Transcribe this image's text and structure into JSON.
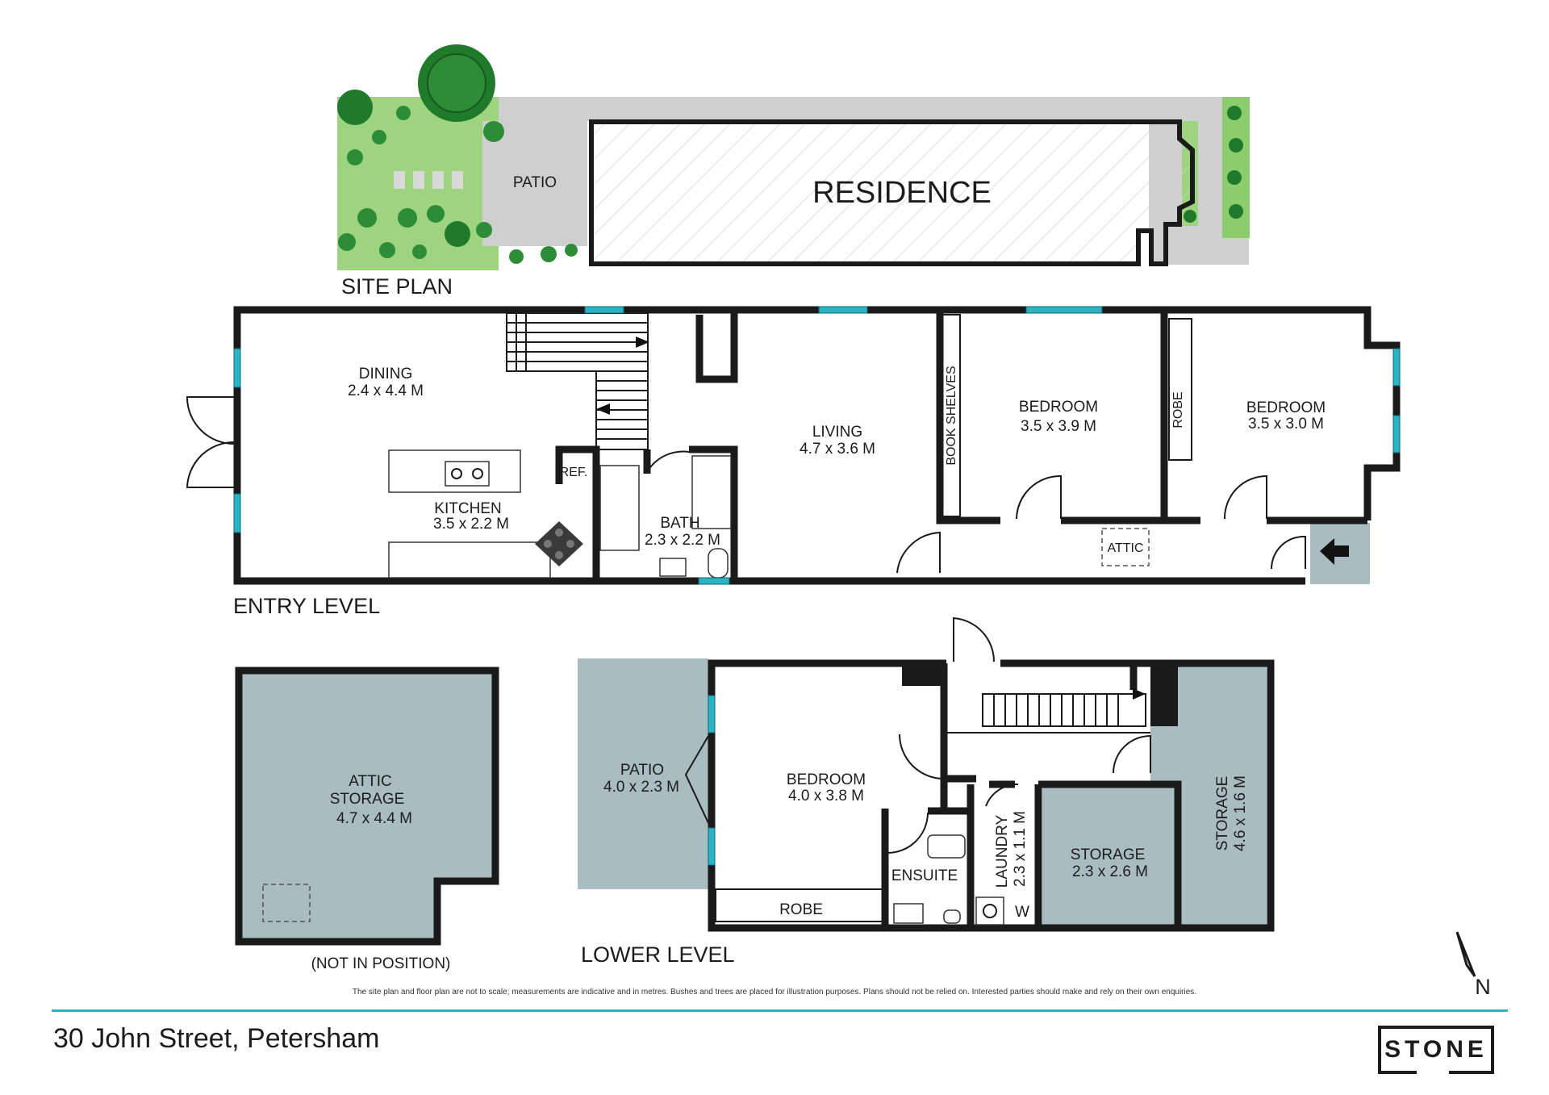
{
  "site_plan": {
    "title": "SITE PLAN",
    "residence_label": "RESIDENCE",
    "patio_label": "PATIO"
  },
  "entry_level": {
    "title": "ENTRY LEVEL",
    "rooms": {
      "dining": {
        "name": "DINING",
        "size": "2.4 x 4.4 M"
      },
      "kitchen": {
        "name": "KITCHEN",
        "size": "3.5 x 2.2 M"
      },
      "living": {
        "name": "LIVING",
        "size": "4.7 x 3.6 M"
      },
      "bath": {
        "name": "BATH",
        "size": "2.3 x 2.2 M"
      },
      "bedroom1": {
        "name": "BEDROOM",
        "size": "3.5 x 3.9 M"
      },
      "bedroom2": {
        "name": "BEDROOM",
        "size": "3.5 x 3.0 M"
      }
    },
    "labels": {
      "ref": "REF.",
      "book_shelves": "BOOK SHELVES",
      "robe": "ROBE",
      "attic": "ATTIC"
    }
  },
  "attic_storage": {
    "name1": "ATTIC",
    "name2": "STORAGE",
    "size": "4.7 x 4.4 M",
    "note": "(NOT IN POSITION)"
  },
  "lower_level": {
    "title": "LOWER LEVEL",
    "rooms": {
      "patio": {
        "name": "PATIO",
        "size": "4.0 x 2.3 M"
      },
      "bedroom": {
        "name": "BEDROOM",
        "size": "4.0 x 3.8 M"
      },
      "robe": {
        "name": "ROBE"
      },
      "ensuite": {
        "name": "ENSUITE"
      },
      "laundry": {
        "name": "LAUNDRY",
        "size": "2.3 x 1.1 M"
      },
      "storage1": {
        "name": "STORAGE",
        "size": "2.3 x 2.6 M"
      },
      "storage2": {
        "name": "STORAGE",
        "size": "4.6 x 1.6 M"
      }
    },
    "w_label": "W"
  },
  "compass": {
    "label": "N"
  },
  "disclaimer": "The site plan and floor plan are not to scale; measurements are indicative and in metres. Bushes and trees are placed for illustration purposes. Plans should not be relied on. Interested parties should make and rely on their own enquiries.",
  "address": "30 John Street, Petersham",
  "brand": "STONE",
  "colors": {
    "wall": "#1a1a1a",
    "window": "#2bb3c6",
    "storage_fill": "#a8bcc2",
    "garden": "#9ed47f",
    "paving": "#cfcfcf",
    "accent_rule": "#2bb3c6"
  }
}
